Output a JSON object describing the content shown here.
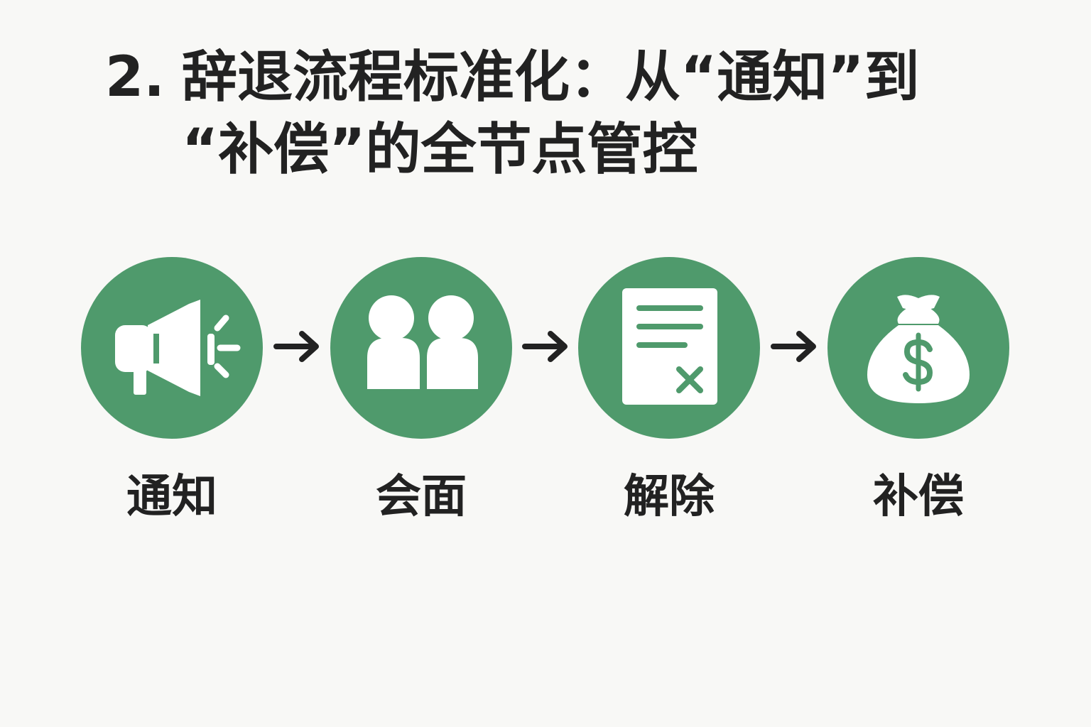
{
  "title": {
    "number": "2.",
    "line1": "辞退流程标准化：从“通知”到",
    "line2": "“补偿”的全节点管控"
  },
  "colors": {
    "accent": "#4f9a6c",
    "text": "#222222",
    "background": "#f8f8f6"
  },
  "steps": [
    {
      "label": "通知",
      "icon": "megaphone-icon"
    },
    {
      "label": "会面",
      "icon": "people-icon"
    },
    {
      "label": "解除",
      "icon": "cancel-document-icon"
    },
    {
      "label": "补偿",
      "icon": "money-bag-icon"
    }
  ]
}
